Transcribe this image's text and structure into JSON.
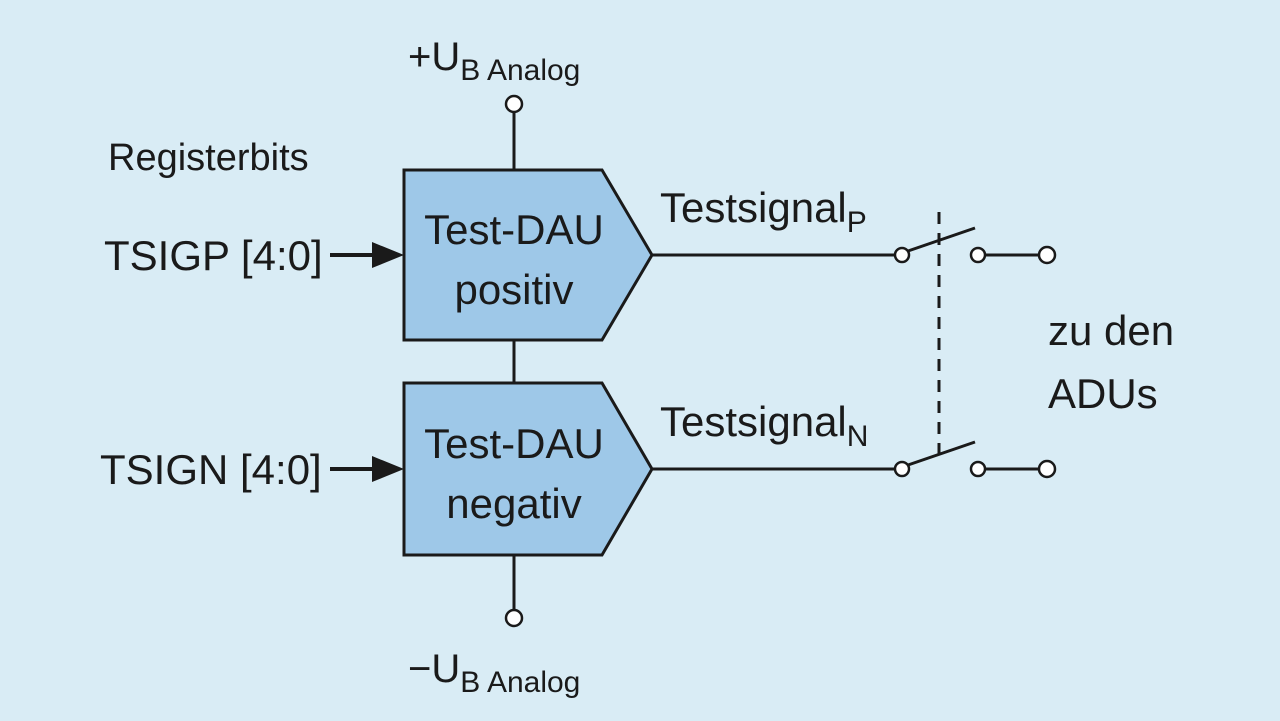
{
  "supply_top": {
    "main": "+U",
    "sub": "B Analog"
  },
  "supply_bottom": {
    "main": "−U",
    "sub": "B Analog"
  },
  "registerbits_label": "Registerbits",
  "inputs": [
    {
      "label": "TSIGP [4:0]"
    },
    {
      "label": "TSIGN [4:0]"
    }
  ],
  "blocks": [
    {
      "line1": "Test-DAU",
      "line2": "positiv"
    },
    {
      "line1": "Test-DAU",
      "line2": "negativ"
    }
  ],
  "signals": [
    {
      "main": "Testsignal",
      "sub": "P"
    },
    {
      "main": "Testsignal",
      "sub": "N"
    }
  ],
  "output_label": {
    "line1": "zu den",
    "line2": "ADUs"
  },
  "colors": {
    "background": "#d9ecf5",
    "block_fill": "#9ec8e8",
    "stroke": "#1a1a1a"
  }
}
